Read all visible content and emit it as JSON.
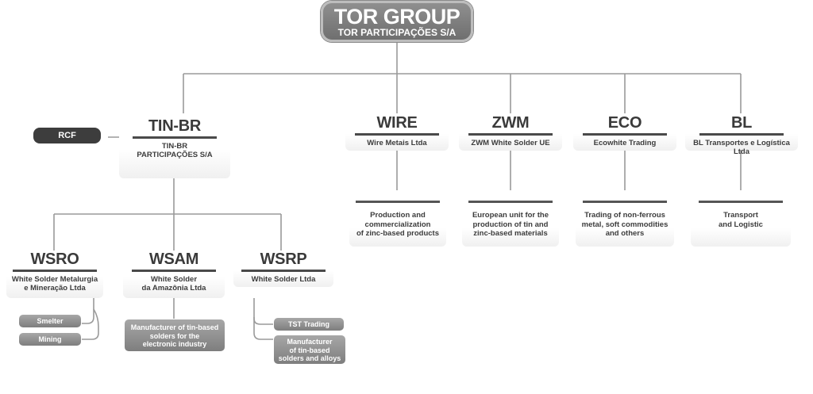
{
  "root": {
    "title": "TOR GROUP",
    "subtitle": "TOR PARTICIPAÇÕES S/A"
  },
  "rcf": {
    "label": "RCF"
  },
  "tinbr": {
    "title": "TIN-BR",
    "subtitle_line1": "TIN-BR",
    "subtitle_line2": "PARTICIPAÇÕES S/A"
  },
  "wire": {
    "title": "WIRE",
    "subtitle": "Wire Metais Ltda",
    "desc_line1": "Production and",
    "desc_line2": "commercialization",
    "desc_line3": "of zinc-based products"
  },
  "zwm": {
    "title": "ZWM",
    "subtitle": "ZWM White Solder UE",
    "desc_line1": "European unit for the",
    "desc_line2": "production of tin and",
    "desc_line3": "zinc-based materials"
  },
  "eco": {
    "title": "ECO",
    "subtitle": "Ecowhite Trading",
    "desc_line1": "Trading of non-ferrous",
    "desc_line2": "metal, soft commodities",
    "desc_line3": "and others"
  },
  "bl": {
    "title": "BL",
    "subtitle": "BL Transportes e Logística Ltda",
    "desc_line1": "Transport",
    "desc_line2": "and Logistic"
  },
  "wsro": {
    "title": "WSRO",
    "subtitle_line1": "White Solder Metalurgia",
    "subtitle_line2": "e Mineração Ltda",
    "items": [
      "Smelter",
      "Mining"
    ]
  },
  "wsam": {
    "title": "WSAM",
    "subtitle_line1": "White Solder",
    "subtitle_line2": "da Amazônia Ltda",
    "item_line1": "Manufacturer of tin-based",
    "item_line2": "solders for the",
    "item_line3": "electronic industry"
  },
  "wsrp": {
    "title": "WSRP",
    "subtitle": "White Solder Ltda",
    "item1": "TST Trading",
    "item2_line1": "Manufacturer",
    "item2_line2": "of tin-based",
    "item2_line3": "solders and alloys"
  }
}
